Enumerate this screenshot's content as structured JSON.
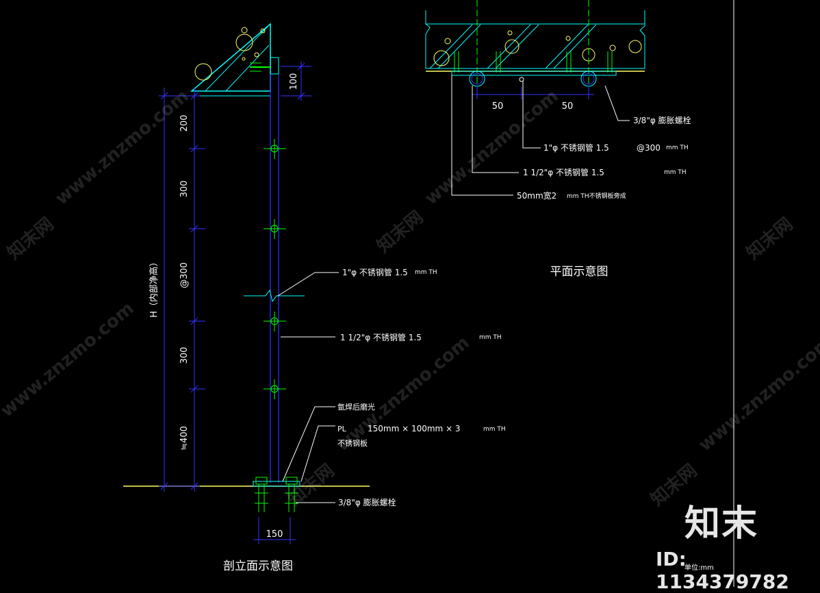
{
  "section_view": {
    "title": "剖立面示意图",
    "dims": {
      "top_offset": "100",
      "seg_200": "200",
      "seg_300_a": "300",
      "spacing": "@300",
      "seg_300_b": "300",
      "bottom": "≒400",
      "height_label": "H（内部净高）",
      "base_width": "150"
    },
    "callouts": {
      "pipe_1in": "1\"φ 不锈钢管 1.5",
      "pipe_1in_unit": "mm TH",
      "pipe_1_5in": "1 1/2\"φ 不锈钢管 1.5",
      "pipe_1_5in_unit": "mm TH",
      "weld": "氩焊后磨光",
      "plate_prefix": "PL",
      "plate_size": "150mm × 100mm × 3",
      "plate_unit": "mm TH",
      "plate_material": "不锈钢板",
      "anchor": "3/8\"φ 膨胀螺栓"
    }
  },
  "plan_view": {
    "title": "平面示意图",
    "dims": {
      "left": "50",
      "right": "50"
    },
    "callouts": {
      "anchor": "3/8\"φ 膨胀螺栓",
      "pipe_1in": "1\"φ 不锈钢管 1.5",
      "pipe_1in_spacing": "@300",
      "pipe_1in_unit": "mm TH",
      "pipe_1_5in": "1 1/2\"φ 不锈钢管 1.5",
      "pipe_1_5in_unit": "mm TH",
      "plate": "50mm宽2",
      "plate_suffix": "mm TH不锈钢板旁成"
    }
  },
  "units_note": "单位:mm",
  "watermark": {
    "text": "www.znzmo.com",
    "brand": "知末网"
  },
  "brand": {
    "logo": "知末",
    "id": "ID: 1134379782"
  },
  "colors": {
    "background": "#000000",
    "concrete": "#00ffff",
    "dimension": "#3333ff",
    "anchor": "#00ff00",
    "pipe": "#00ffff",
    "floor": "#ffff66",
    "text": "#ffffff"
  }
}
